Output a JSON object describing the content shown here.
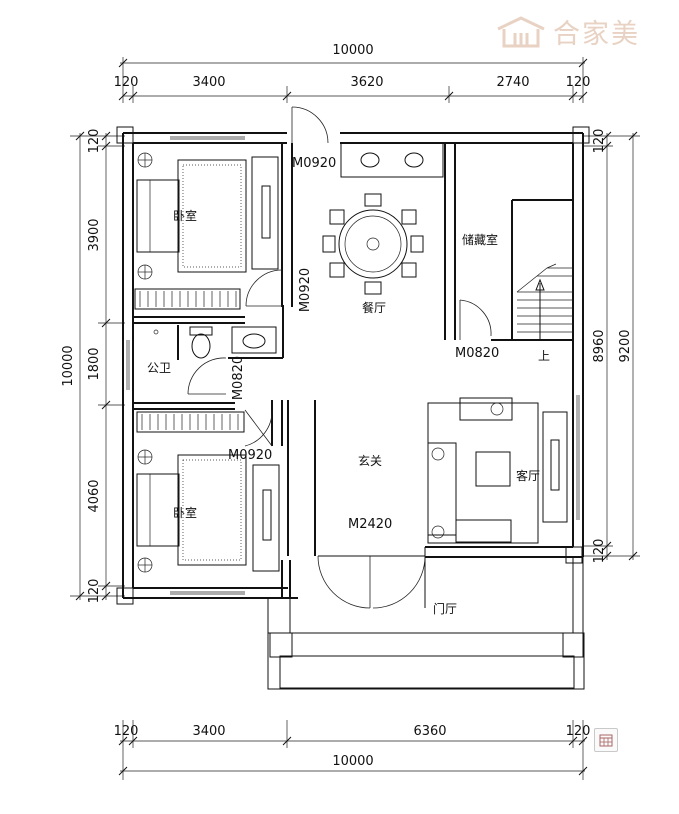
{
  "brand": {
    "name": "合家美"
  },
  "dimensions": {
    "top_total": "10000",
    "top_segments": [
      "120",
      "3400",
      "3620",
      "2740",
      "120"
    ],
    "bottom_segments": [
      "120",
      "3400",
      "6360",
      "120"
    ],
    "bottom_total": "10000",
    "left_total": "10000",
    "left_segments": [
      "120",
      "3900",
      "1800",
      "4060",
      "120"
    ],
    "right_total_outer": "9200",
    "right_total_inner": "8960",
    "right_segments": [
      "120",
      "120"
    ]
  },
  "rooms": {
    "bedroom_top": "卧室",
    "bedroom_bottom": "卧室",
    "bathroom": "公卫",
    "dining": "餐厅",
    "storage": "储藏室",
    "foyer": "玄关",
    "living": "客厅",
    "entry_hall": "门厅",
    "stairs_up": "上"
  },
  "door_codes": {
    "entry_top": "M0920",
    "dining_side": "M0920",
    "bathroom": "M0820",
    "bedroom_bottom": "M0920",
    "storage": "M0820",
    "main_entrance": "M2420"
  },
  "icons": {
    "brand_logo": "house-logo-icon",
    "zoom": "floor-plan-zoom-icon"
  }
}
